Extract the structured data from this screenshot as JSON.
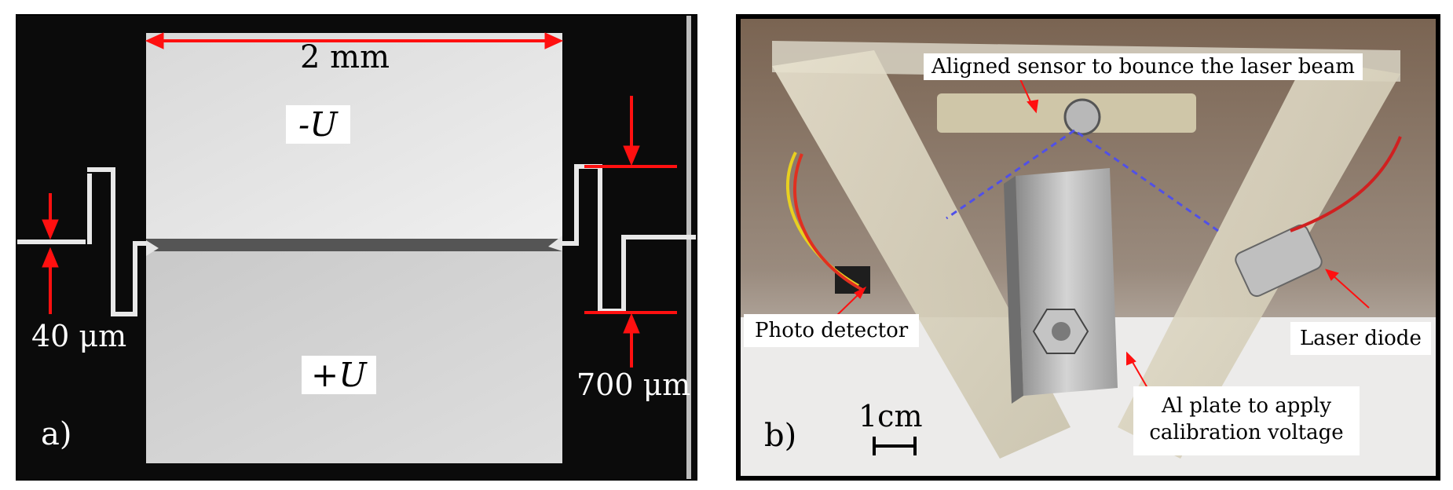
{
  "panel_a": {
    "tag": "a)",
    "width_label": "2 mm",
    "top_electrode_label": "-U",
    "bottom_electrode_label": "+U",
    "gap_label": "40 μm",
    "depth_label": "700 μm"
  },
  "panel_b": {
    "tag": "b)",
    "scale_label": "1cm",
    "sensor_label": "Aligned sensor to bounce the laser beam",
    "detector_label": "Photo detector",
    "laser_label": "Laser diode",
    "plate_label_line1": "Al plate to apply",
    "plate_label_line2": "calibration voltage"
  },
  "colors": {
    "arrow_red": "#ff1010",
    "beam_blue": "#5050e8"
  }
}
